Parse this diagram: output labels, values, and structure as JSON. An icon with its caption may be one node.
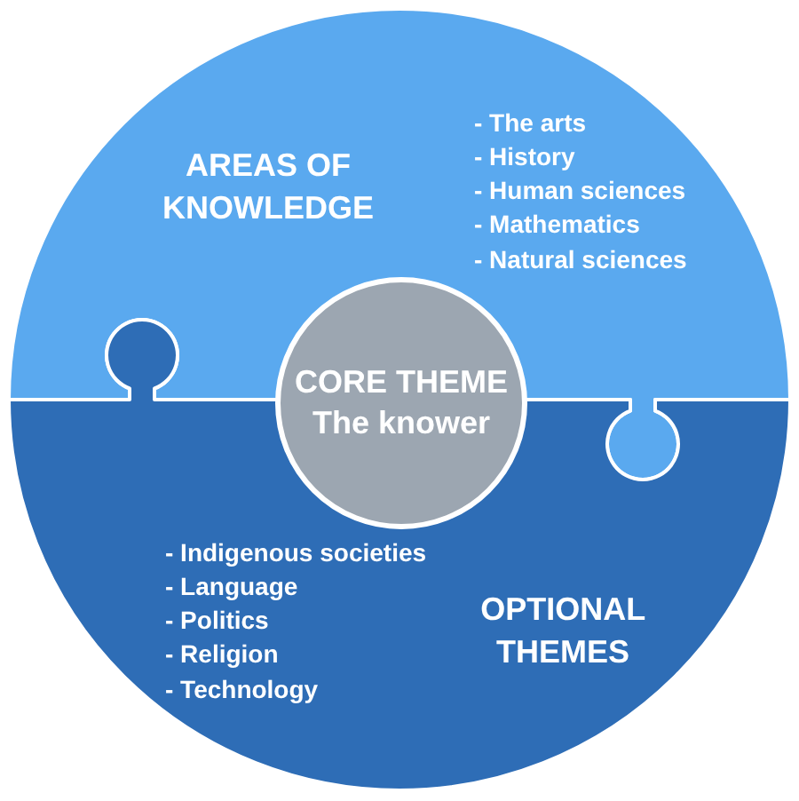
{
  "diagram": {
    "nodes": [
      {
        "text": [
          "AREAS OF KNOWLEDGE",
          "- The arts",
          "- History",
          "- Human sciences",
          "- Mathematics",
          "- Natural sciences"
        ]
      },
      {
        "text": [
          "CORE THEME",
          "The knower"
        ]
      },
      {
        "text": [
          "OPTIONAL THEMES",
          "- Indigenous societies",
          "- Language",
          "- Politics",
          "- Religion",
          "- Technology"
        ]
      }
    ]
  }
}
